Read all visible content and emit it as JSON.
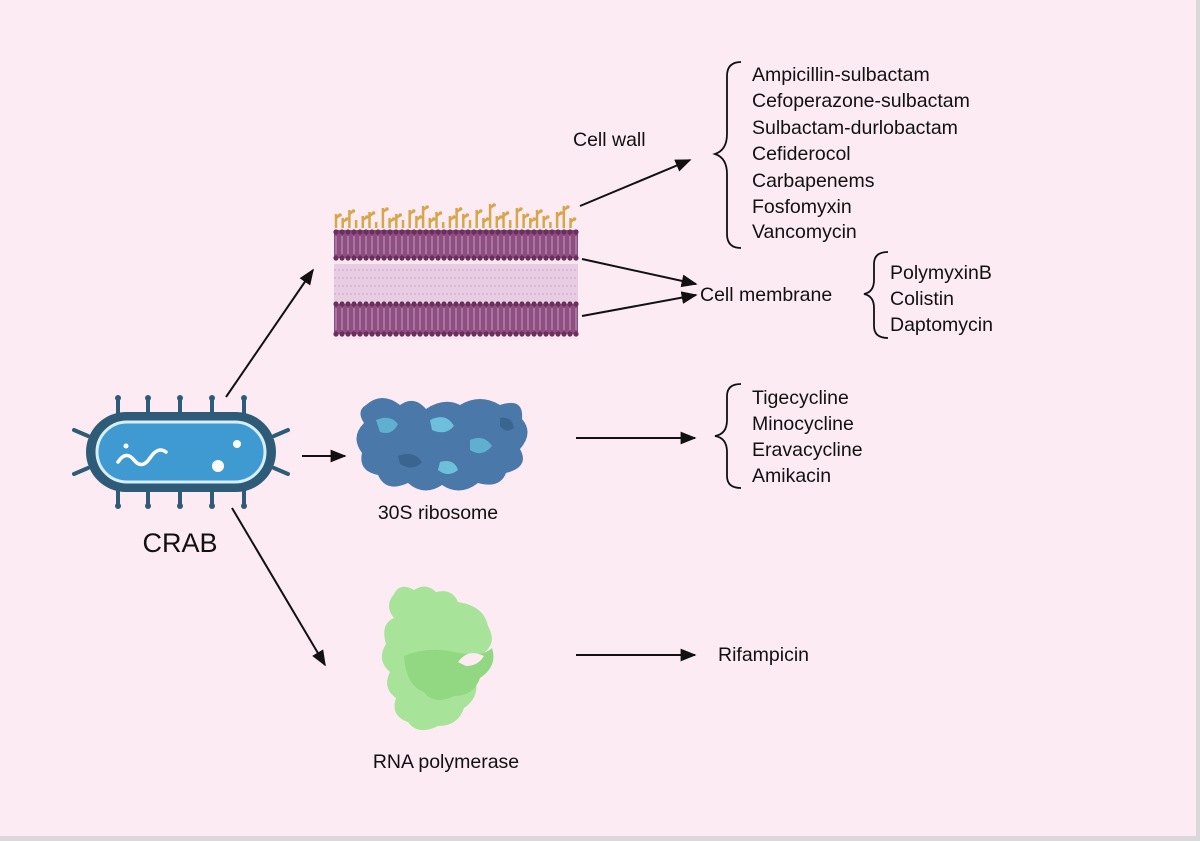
{
  "organism": "CRAB",
  "targets": {
    "cell_wall": "Cell wall",
    "cell_membrane": "Cell membrane",
    "ribosome": "30S ribosome",
    "rna_polymerase": "RNA polymerase"
  },
  "drugs": {
    "cell_wall": [
      "Ampicillin-sulbactam",
      "Cefoperazone-sulbactam",
      "Sulbactam-durlobactam",
      "Cefiderocol",
      "Carbapenems",
      "Fosfomyxin",
      "Vancomycin"
    ],
    "cell_membrane": [
      "PolymyxinB",
      "Colistin",
      "Daptomycin"
    ],
    "ribosome": [
      "Tigecycline",
      "Minocycline",
      "Eravacycline",
      "Amikacin"
    ],
    "rna_polymerase": [
      "Rifampicin"
    ]
  },
  "colors": {
    "background": "#fdebf3",
    "bacterium": "#2e5c78",
    "bacterium_light": "#3f9ad2",
    "membrane": "#6b2f5c",
    "membrane_inner": "#c7a1cc",
    "glycan": "#d6a64a",
    "ribosome": "#4a78a8",
    "ribosome_light": "#5fb0d0",
    "polymerase": "#a8e39a",
    "polymerase_dark": "#7fcf72"
  }
}
